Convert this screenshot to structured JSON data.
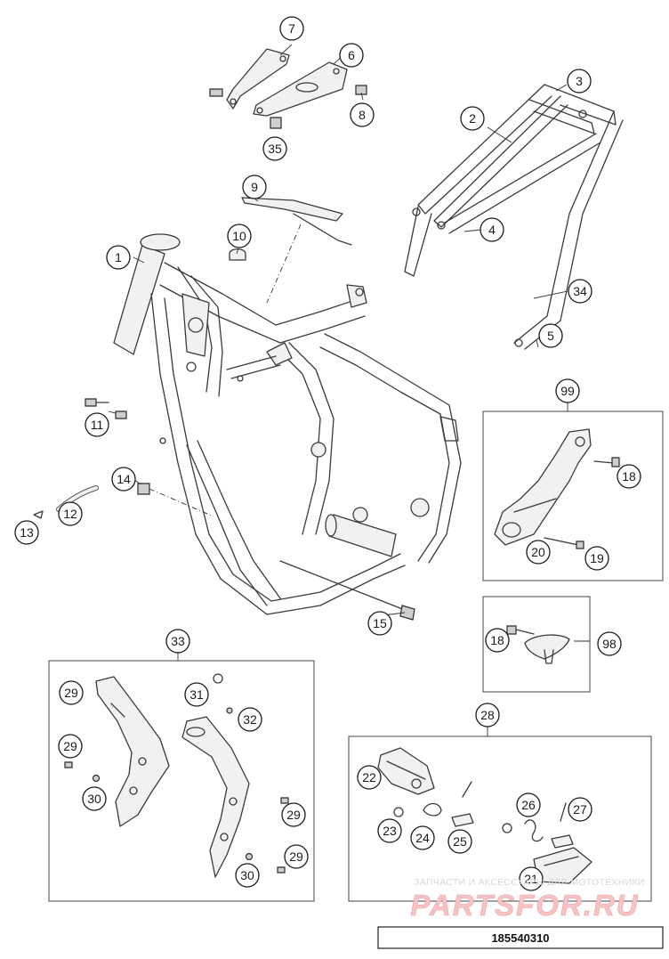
{
  "diagram_code": "185540310",
  "watermark": {
    "caption": "ЗАПЧАСТИ И АКСЕССУАРЫ ДЛЯ МОТОТЕХНИКИ",
    "brand": "PARTSFOR.RU",
    "accent_color": "#e3141b"
  },
  "callouts": [
    "1",
    "2",
    "3",
    "4",
    "5",
    "6",
    "7",
    "8",
    "9",
    "10",
    "11",
    "12",
    "13",
    "14",
    "15",
    "18",
    "19",
    "20",
    "21",
    "22",
    "23",
    "24",
    "25",
    "26",
    "27",
    "28",
    "29",
    "29",
    "29",
    "29",
    "30",
    "30",
    "31",
    "32",
    "33",
    "34",
    "35",
    "99",
    "98",
    "18"
  ]
}
